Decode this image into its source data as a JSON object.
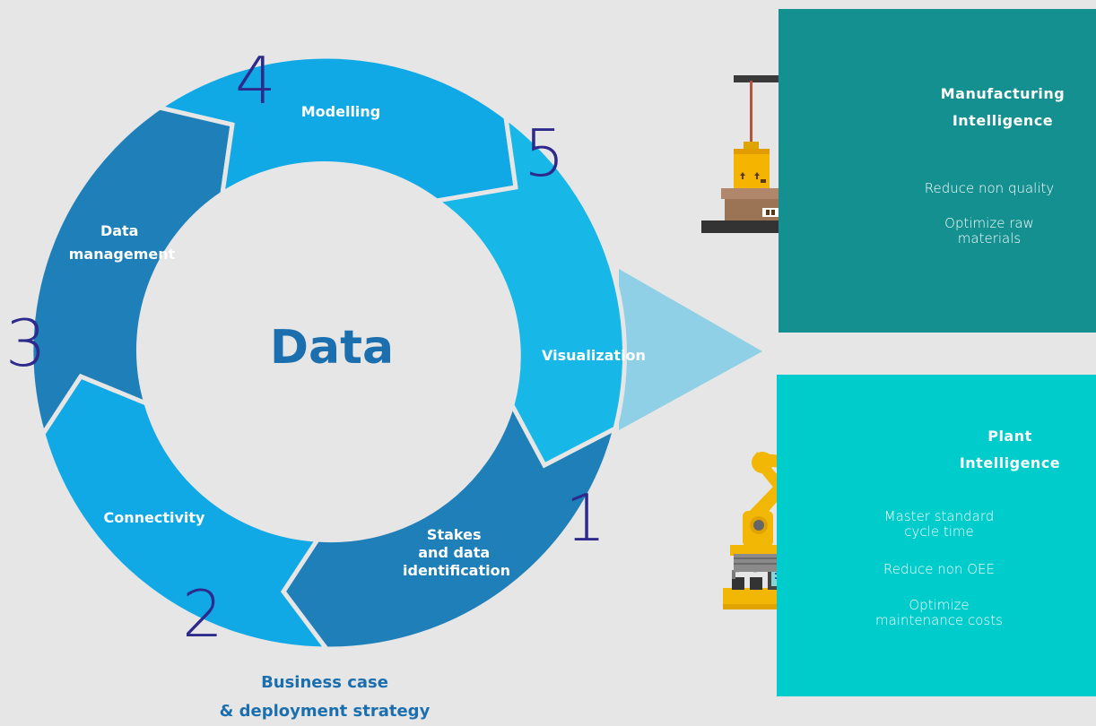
{
  "center": {
    "label": "Data"
  },
  "steps": [
    {
      "number": "1",
      "label_lines": [
        "Stakes",
        "and data",
        "identification"
      ]
    },
    {
      "number": "2",
      "label_lines": [
        "Connectivity"
      ]
    },
    {
      "number": "3",
      "label_lines": [
        "Data",
        "management"
      ]
    },
    {
      "number": "4",
      "label_lines": [
        "Modelling"
      ]
    },
    {
      "number": "5",
      "label_lines": [
        "Visualization"
      ]
    }
  ],
  "footer": {
    "line1": "Business case",
    "line2": "& deployment strategy"
  },
  "panels": [
    {
      "title_lines": [
        "Manufacturing",
        "Intelligence"
      ],
      "items": [
        {
          "lines": [
            "Reduce non quality"
          ]
        },
        {
          "lines": [
            "Optimize raw",
            "materials"
          ]
        }
      ]
    },
    {
      "title_lines": [
        "Plant",
        "Intelligence"
      ],
      "items": [
        {
          "lines": [
            "Master standard",
            "cycle time"
          ]
        },
        {
          "lines": [
            "Reduce non OEE"
          ]
        },
        {
          "lines": [
            "Optimize",
            "maintenance costs"
          ]
        }
      ]
    }
  ],
  "colors": {
    "background": "#e6e6e6",
    "segment_dark": "#1f7fb8",
    "segment_mid": "#10a9e6",
    "segment_light": "#17b7e8",
    "step_number": "#2d2a8c",
    "center_text": "#1b6fae",
    "panel_manufacturing": "#13908f",
    "panel_plant": "#00cccc",
    "connector": "#8fd0e6"
  }
}
